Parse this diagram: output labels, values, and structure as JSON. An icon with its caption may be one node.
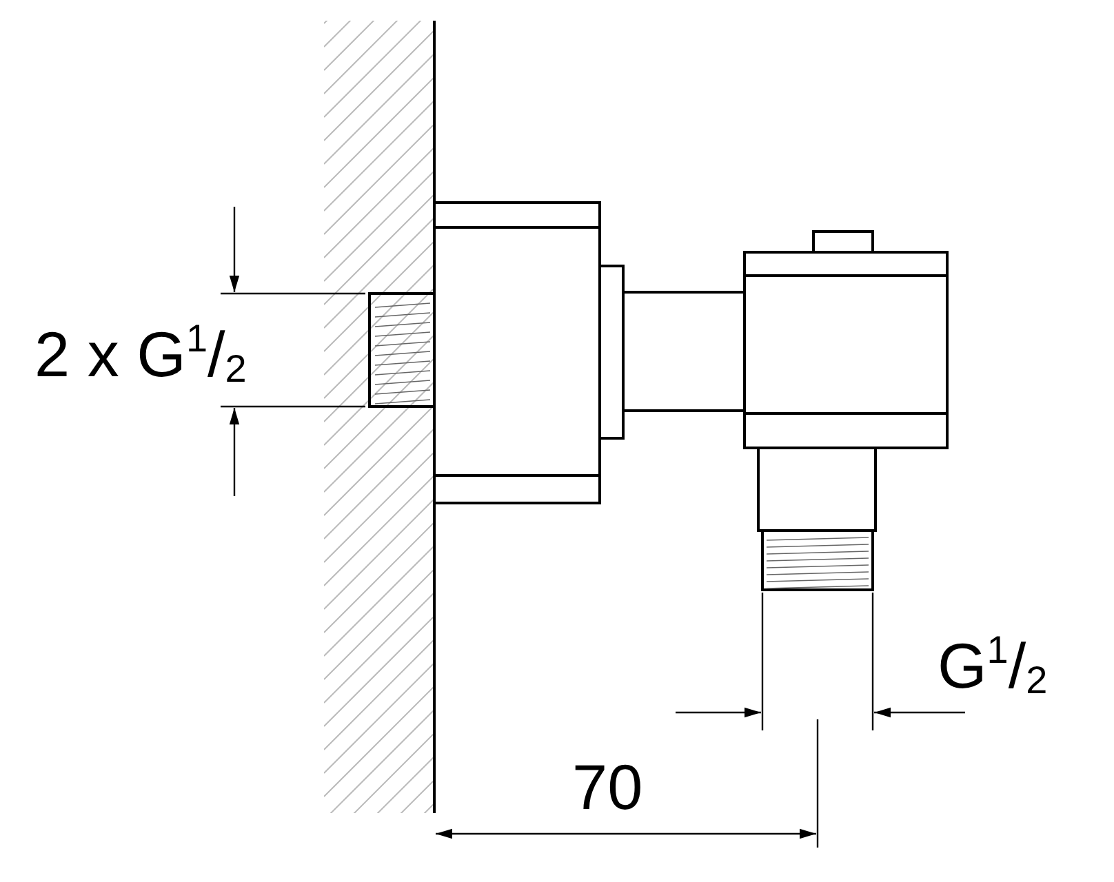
{
  "diagram": {
    "labels": [
      "2 x G$^{1}$/$_{2}$",
      "G$^{1}$/$_{2}$",
      "70"
    ]
  }
}
